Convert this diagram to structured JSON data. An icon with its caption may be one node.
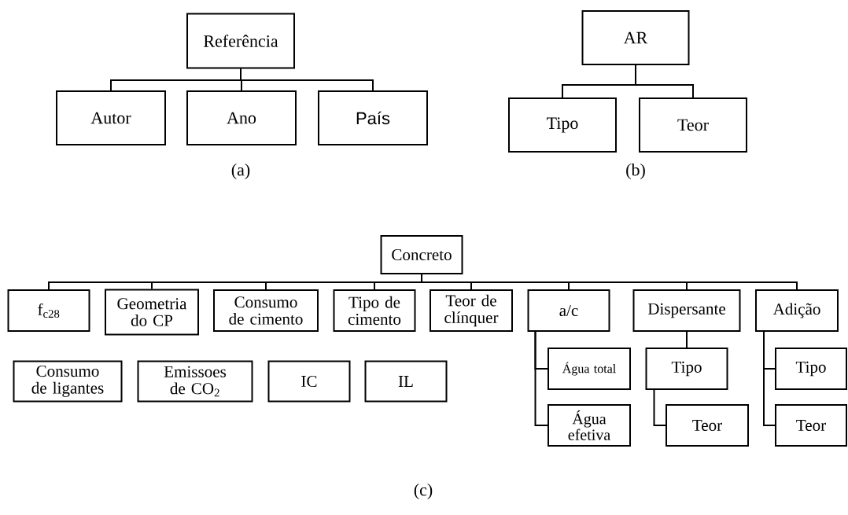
{
  "diagram": {
    "nodes": [
      {
        "text": [
          "Referência"
        ]
      },
      {
        "text": [
          "Autor"
        ]
      },
      {
        "text": [
          "Ano"
        ]
      },
      {
        "text": [
          "País"
        ]
      },
      {
        "text": [
          "AR"
        ]
      },
      {
        "text": [
          "Tipo"
        ]
      },
      {
        "text": [
          "Teor"
        ]
      },
      {
        "text": [
          "Concreto"
        ]
      },
      {
        "text": [
          "f$_{c28}$"
        ]
      },
      {
        "text": [
          "Geometria do CP"
        ]
      },
      {
        "text": [
          "Consumo de cimento"
        ]
      },
      {
        "text": [
          "Tipo de cimento"
        ]
      },
      {
        "text": [
          "Teor de clínquer"
        ]
      },
      {
        "text": [
          "a/c"
        ]
      },
      {
        "text": [
          "Dispersante"
        ]
      },
      {
        "text": [
          "Adição"
        ]
      },
      {
        "text": [
          "Consumo de ligantes"
        ]
      },
      {
        "text": [
          "Emissoes de CO$_{2}$"
        ]
      },
      {
        "text": [
          "IC"
        ]
      },
      {
        "text": [
          "IL"
        ]
      },
      {
        "text": [
          "Água total"
        ]
      },
      {
        "text": [
          "Água efetiva"
        ]
      },
      {
        "text": [
          "Tipo"
        ]
      },
      {
        "text": [
          "Teor"
        ]
      },
      {
        "text": [
          "Tipo"
        ]
      },
      {
        "text": [
          "Teor"
        ]
      }
    ],
    "edges": [
      {
        "from": 0,
        "to": 1,
        "arrow": "none"
      },
      {
        "from": 0,
        "to": 2,
        "arrow": "none"
      },
      {
        "from": 0,
        "to": 3,
        "arrow": "none"
      },
      {
        "from": 4,
        "to": 5,
        "arrow": "none"
      },
      {
        "from": 4,
        "to": 6,
        "arrow": "none"
      },
      {
        "from": 7,
        "to": 8,
        "arrow": "none"
      },
      {
        "from": 7,
        "to": 9,
        "arrow": "none"
      },
      {
        "from": 7,
        "to": 10,
        "arrow": "none"
      },
      {
        "from": 7,
        "to": 11,
        "arrow": "none"
      },
      {
        "from": 7,
        "to": 12,
        "arrow": "none"
      },
      {
        "from": 7,
        "to": 13,
        "arrow": "none"
      },
      {
        "from": 7,
        "to": 14,
        "arrow": "none"
      },
      {
        "from": 7,
        "to": 15,
        "arrow": "none"
      },
      {
        "from": 13,
        "to": 20,
        "arrow": "none"
      },
      {
        "from": 13,
        "to": 21,
        "arrow": "none"
      },
      {
        "from": 14,
        "to": 22,
        "arrow": "none"
      },
      {
        "from": 22,
        "to": 23,
        "arrow": "none"
      },
      {
        "from": 15,
        "to": 24,
        "arrow": "none"
      },
      {
        "from": 15,
        "to": 25,
        "arrow": "none"
      }
    ],
    "labels": [
      "(a)",
      "(b)",
      "(c)"
    ]
  }
}
